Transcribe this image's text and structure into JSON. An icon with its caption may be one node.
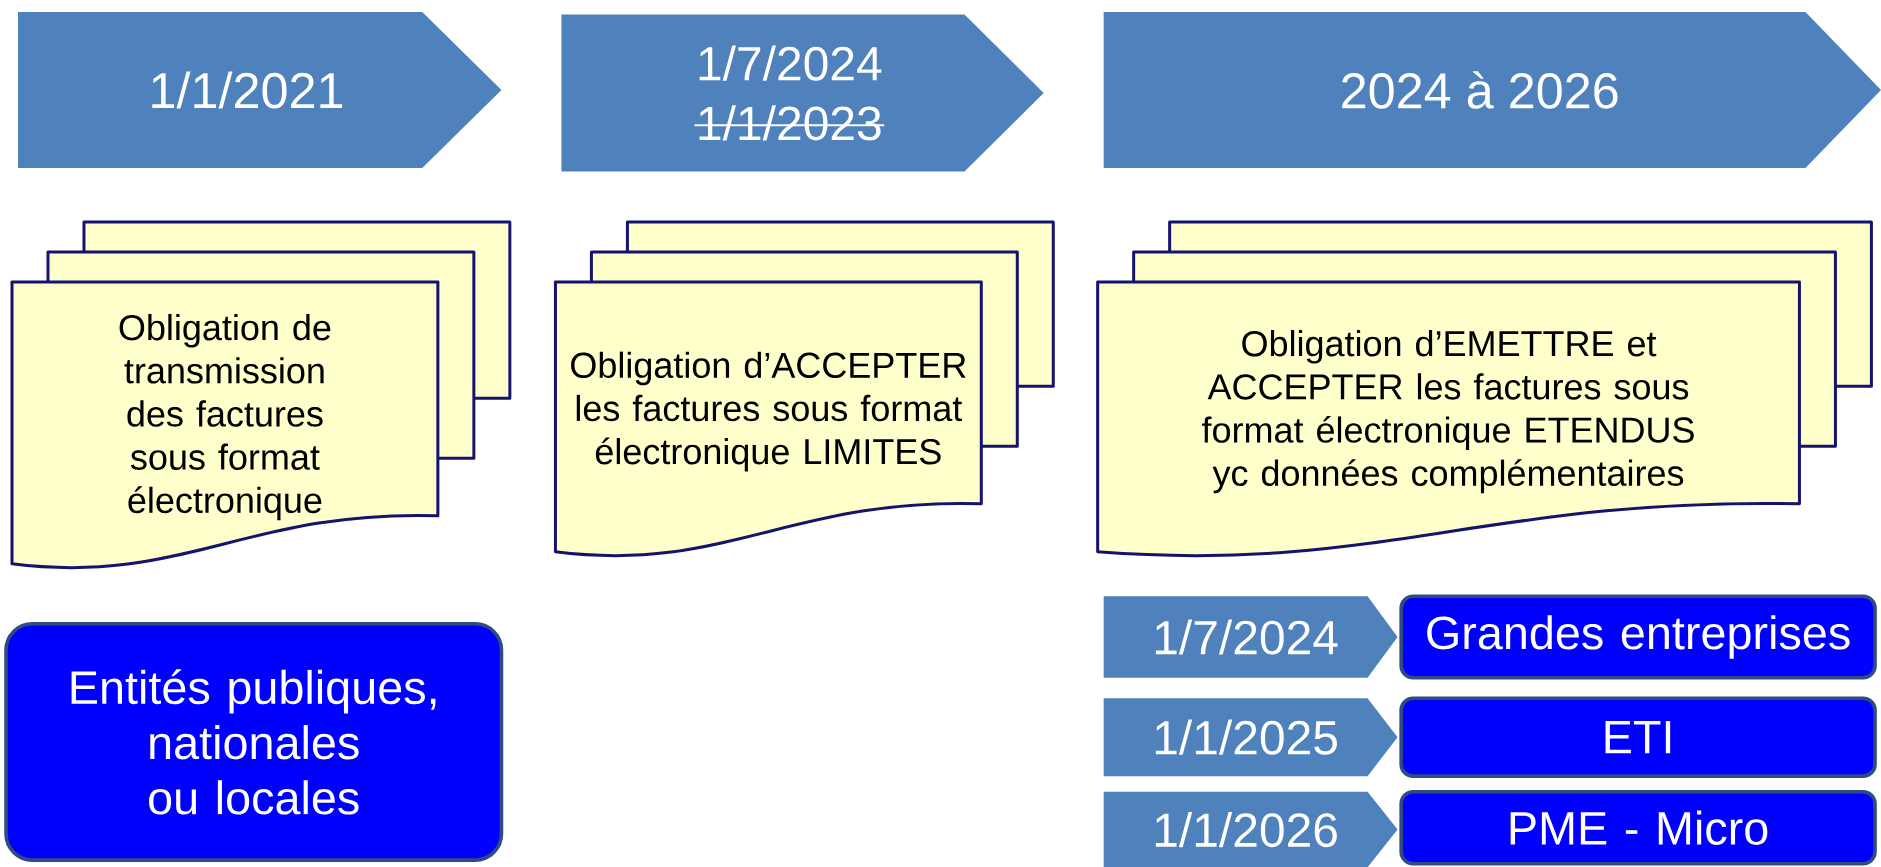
{
  "diagram": {
    "nodes": [
      {
        "text": [
          "1/1/2021"
        ]
      },
      {
        "text": [
          "1/7/2024",
          "1/1/2023"
        ]
      },
      {
        "text": [
          "2024 à 2026"
        ]
      },
      {
        "text": [
          "Obligation de transmission des factures sous format électronique"
        ]
      },
      {
        "text": [
          "Obligation d’ACCEPTER les factures sous format électronique LIMITES"
        ]
      },
      {
        "text": [
          "Obligation d’EMETTRE et ACCEPTER les factures sous format électronique ETENDUS yc données complémentaires"
        ]
      },
      {
        "text": [
          "Entités publiques, nationales ou locales"
        ]
      },
      {
        "text": [
          "1/7/2024"
        ]
      },
      {
        "text": [
          "Grandes entreprises"
        ]
      },
      {
        "text": [
          "1/1/2025"
        ]
      },
      {
        "text": [
          "ETI"
        ]
      },
      {
        "text": [
          "1/1/2026"
        ]
      },
      {
        "text": [
          "PME - Micro"
        ]
      }
    ]
  }
}
